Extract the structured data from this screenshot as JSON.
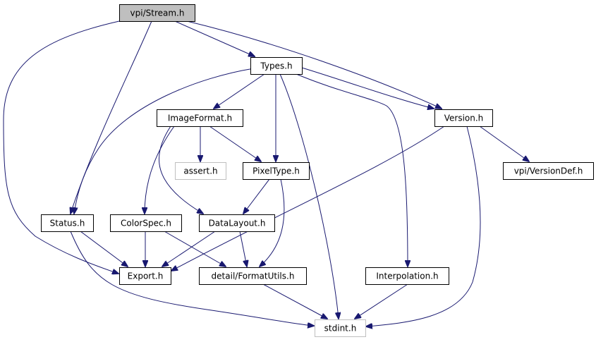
{
  "diagram": {
    "title": "",
    "colors": {
      "edge": "#191970",
      "root_fill": "#bfbfbf",
      "node_fill": "#ffffff",
      "node_border": "#000000",
      "external_border": "#bfbfbf"
    },
    "nodes": [
      {
        "id": "stream",
        "label": "vpi/Stream.h",
        "kind": "root"
      },
      {
        "id": "types",
        "label": "Types.h",
        "kind": "header"
      },
      {
        "id": "imageformat",
        "label": "ImageFormat.h",
        "kind": "header"
      },
      {
        "id": "version",
        "label": "Version.h",
        "kind": "header"
      },
      {
        "id": "assert",
        "label": "assert.h",
        "kind": "external"
      },
      {
        "id": "pixeltype",
        "label": "PixelType.h",
        "kind": "header"
      },
      {
        "id": "versiondef",
        "label": "vpi/VersionDef.h",
        "kind": "header"
      },
      {
        "id": "status",
        "label": "Status.h",
        "kind": "header"
      },
      {
        "id": "colorspec",
        "label": "ColorSpec.h",
        "kind": "header"
      },
      {
        "id": "datalayout",
        "label": "DataLayout.h",
        "kind": "header"
      },
      {
        "id": "export",
        "label": "Export.h",
        "kind": "header"
      },
      {
        "id": "formatutils",
        "label": "detail/FormatUtils.h",
        "kind": "header"
      },
      {
        "id": "interpolation",
        "label": "Interpolation.h",
        "kind": "header"
      },
      {
        "id": "stdint",
        "label": "stdint.h",
        "kind": "external"
      }
    ],
    "edges": [
      {
        "from": "stream",
        "to": "export"
      },
      {
        "from": "stream",
        "to": "status"
      },
      {
        "from": "stream",
        "to": "types"
      },
      {
        "from": "stream",
        "to": "version"
      },
      {
        "from": "types",
        "to": "status"
      },
      {
        "from": "types",
        "to": "imageformat"
      },
      {
        "from": "types",
        "to": "pixeltype"
      },
      {
        "from": "types",
        "to": "stdint"
      },
      {
        "from": "types",
        "to": "interpolation"
      },
      {
        "from": "types",
        "to": "version"
      },
      {
        "from": "imageformat",
        "to": "assert"
      },
      {
        "from": "imageformat",
        "to": "pixeltype"
      },
      {
        "from": "imageformat",
        "to": "colorspec"
      },
      {
        "from": "imageformat",
        "to": "datalayout"
      },
      {
        "from": "version",
        "to": "versiondef"
      },
      {
        "from": "version",
        "to": "export"
      },
      {
        "from": "version",
        "to": "stdint"
      },
      {
        "from": "pixeltype",
        "to": "datalayout"
      },
      {
        "from": "pixeltype",
        "to": "formatutils"
      },
      {
        "from": "status",
        "to": "export"
      },
      {
        "from": "status",
        "to": "stdint"
      },
      {
        "from": "colorspec",
        "to": "export"
      },
      {
        "from": "colorspec",
        "to": "formatutils"
      },
      {
        "from": "datalayout",
        "to": "export"
      },
      {
        "from": "datalayout",
        "to": "formatutils"
      },
      {
        "from": "formatutils",
        "to": "stdint"
      },
      {
        "from": "interpolation",
        "to": "stdint"
      }
    ]
  }
}
